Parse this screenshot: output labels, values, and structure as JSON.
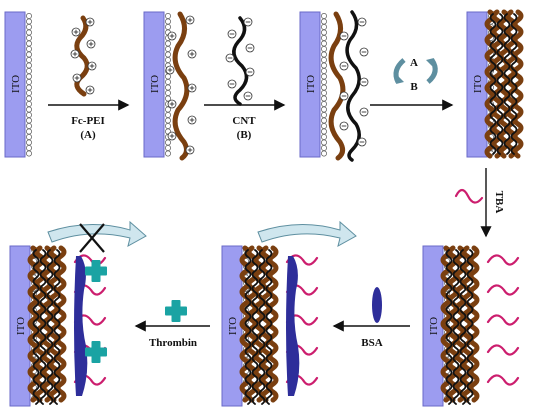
{
  "electrode_label": "ITO",
  "step1": {
    "label": "Fc-PEI",
    "sub": "(A)"
  },
  "step2": {
    "label": "CNT",
    "sub": "(B)"
  },
  "step3": {
    "cycle_a": "A",
    "cycle_b": "B"
  },
  "step4": {
    "label": "TBA"
  },
  "step5": {
    "label": "BSA"
  },
  "step6": {
    "label": "Thrombin"
  },
  "colors": {
    "ito": "#9c9cf0",
    "polymer": "#7a3f10",
    "cnt": "#111111",
    "aptamer": "#cc1e6e",
    "bsa": "#2e2e9a",
    "thrombin": "#1aa3a3",
    "arrow_fill": "#cfe6ee",
    "arrow_stroke": "#5e8fa0"
  }
}
